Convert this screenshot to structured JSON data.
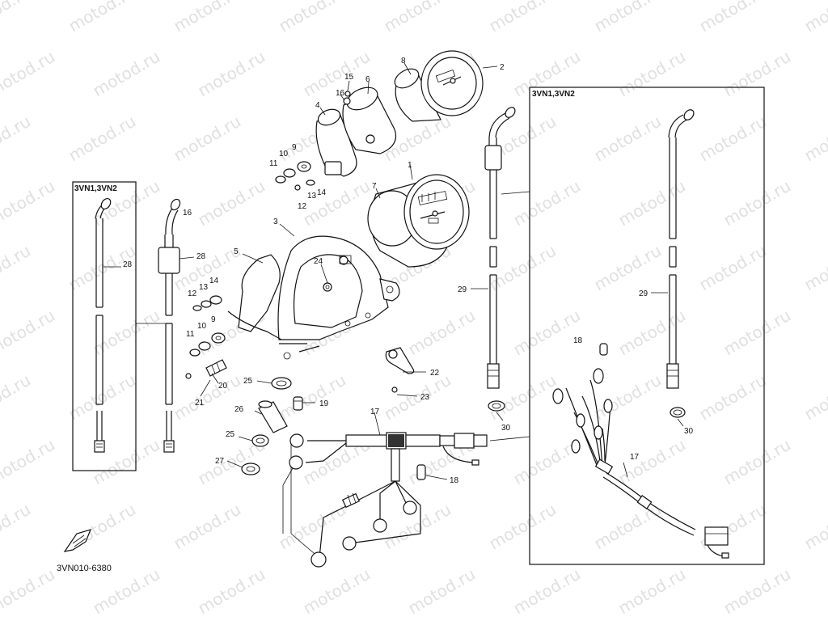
{
  "diagram": {
    "drawing_code": "3VN010-6380",
    "watermark": "motod.ru",
    "variant_labels": [
      "3VN1,3VN2",
      "3VN1,3VN2"
    ],
    "callouts": [
      "1",
      "2",
      "3",
      "4",
      "5",
      "6",
      "7",
      "8",
      "9",
      "9",
      "10",
      "10",
      "11",
      "11",
      "12",
      "12",
      "13",
      "13",
      "14",
      "14",
      "15",
      "16",
      "16",
      "17",
      "17",
      "18",
      "18",
      "19",
      "20",
      "21",
      "22",
      "23",
      "24",
      "25",
      "25",
      "26",
      "27",
      "28",
      "28",
      "29",
      "29",
      "30",
      "30"
    ]
  }
}
